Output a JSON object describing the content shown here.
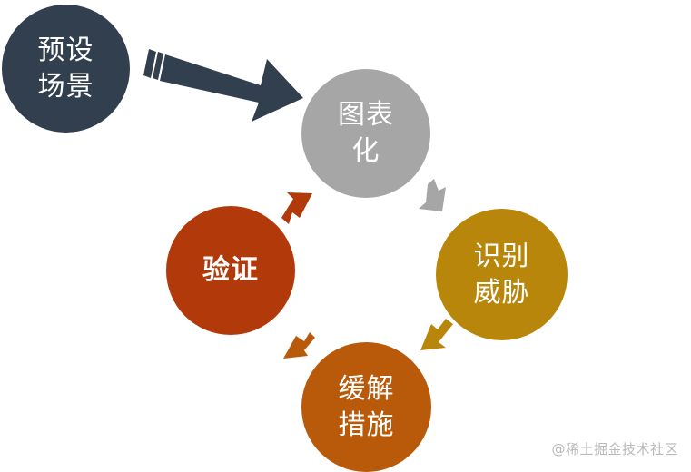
{
  "nodes": {
    "preset": {
      "label": "预设\n场景",
      "color": "#323f4f"
    },
    "visual": {
      "label": "图表\n化",
      "color": "#a6a6a6"
    },
    "identify": {
      "label": "识别\n威胁",
      "color": "#b8860b"
    },
    "mitigate": {
      "label": "缓解\n措施",
      "color": "#b85a0a"
    },
    "verify": {
      "label": "验证",
      "color": "#b23a0a"
    }
  },
  "arrows": {
    "main_color": "#323f4f",
    "colors": [
      "#a6a6a6",
      "#b8860b",
      "#b85a0a",
      "#b23a0a"
    ]
  },
  "watermark": "@稀土掘金技术社区"
}
